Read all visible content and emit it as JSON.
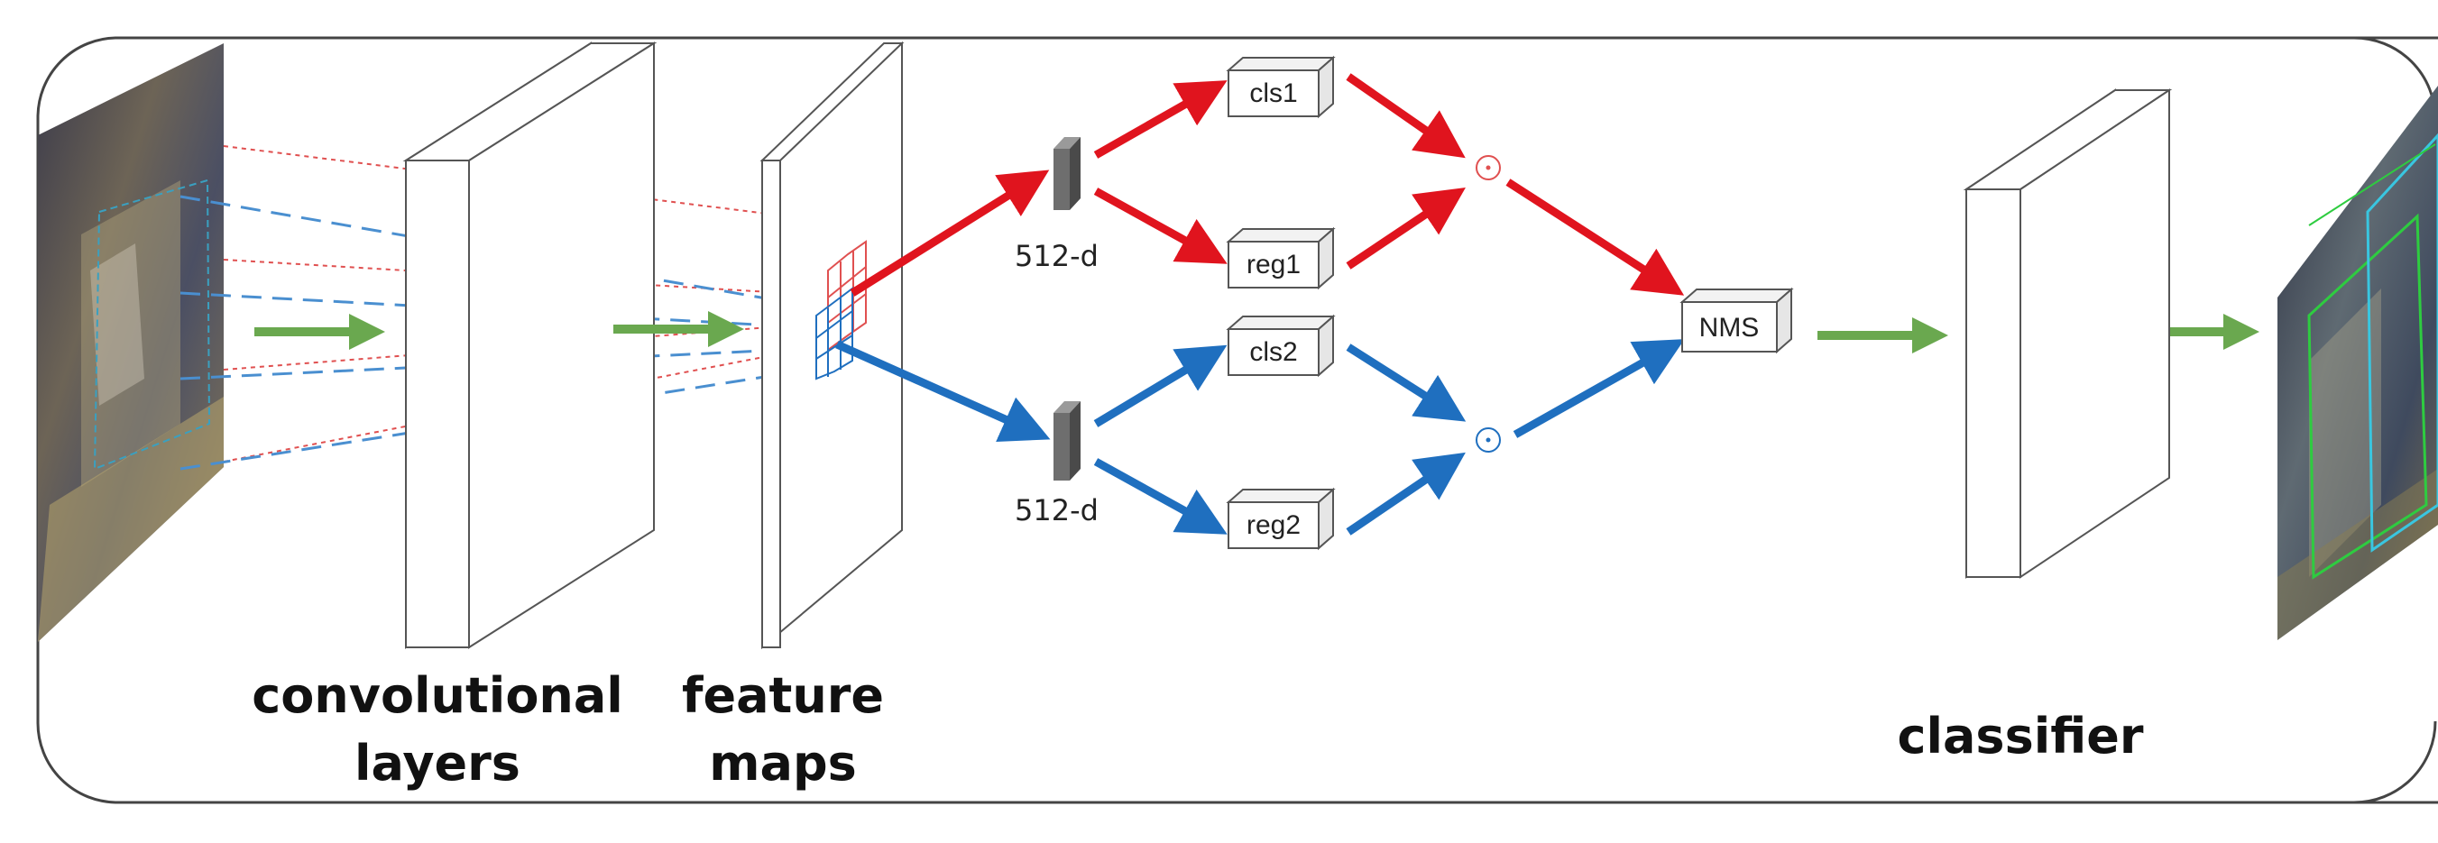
{
  "diagram": {
    "captions": {
      "conv_line1": "convolutional",
      "conv_line2": "layers",
      "feat_line1": "feature",
      "feat_line2": "maps",
      "classifier": "classifier"
    },
    "nodes": {
      "cls1": "cls1",
      "reg1": "reg1",
      "cls2": "cls2",
      "reg2": "reg2",
      "nms": "NMS"
    },
    "dims": {
      "upper": "512-d",
      "lower": "512-d"
    },
    "colors": {
      "red_path": "#e0141e",
      "blue_path": "#1f6fbf",
      "flow_arrow": "#6aa84f",
      "box_stroke": "#555555",
      "frame_stroke": "#444444"
    },
    "icons": {
      "fusion_upper": "circle-dot-icon",
      "fusion_lower": "circle-dot-icon"
    }
  }
}
